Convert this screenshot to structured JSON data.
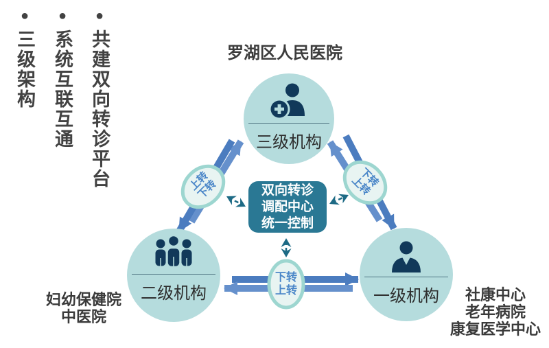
{
  "headings": [
    {
      "bullet": "●",
      "text": "共建双向转诊平台"
    },
    {
      "bullet": "●",
      "text": "系统互联互通"
    },
    {
      "bullet": "●",
      "text": "三级架构"
    }
  ],
  "nodes": {
    "top": {
      "title": "罗湖区人民医院",
      "label": "三级机构",
      "icon": "doctor-icon"
    },
    "left": {
      "label": "二级机构",
      "icon": "people-group-icon",
      "caption": [
        "妇幼保健院",
        "中医院"
      ]
    },
    "right": {
      "label": "一级机构",
      "icon": "person-icon",
      "caption": [
        "社康中心",
        "老年病院",
        "康复医学中心"
      ]
    }
  },
  "center_box": {
    "lines": [
      "双向转诊",
      "调配中心",
      "统一控制"
    ]
  },
  "transfer_ovals": {
    "left": {
      "line1": "上转",
      "line2": "下转"
    },
    "right": {
      "line1": "下转",
      "line2": "上转"
    },
    "bottom": {
      "line1": "下转",
      "line2": "上转"
    }
  },
  "colors": {
    "node_fill": "#b5dcdd",
    "icon_navy": "#11395a",
    "center_box_bg": "#2a7894",
    "arrow_blue_dark": "#4b7cbf",
    "arrow_blue_light": "#6590cc",
    "oval_fill": "#e8f4f2",
    "oval_stroke": "#9dd6d0",
    "oval_text": "#4a86c8",
    "dashed_teal": "#1d6a85",
    "heading_text": "#424242"
  }
}
